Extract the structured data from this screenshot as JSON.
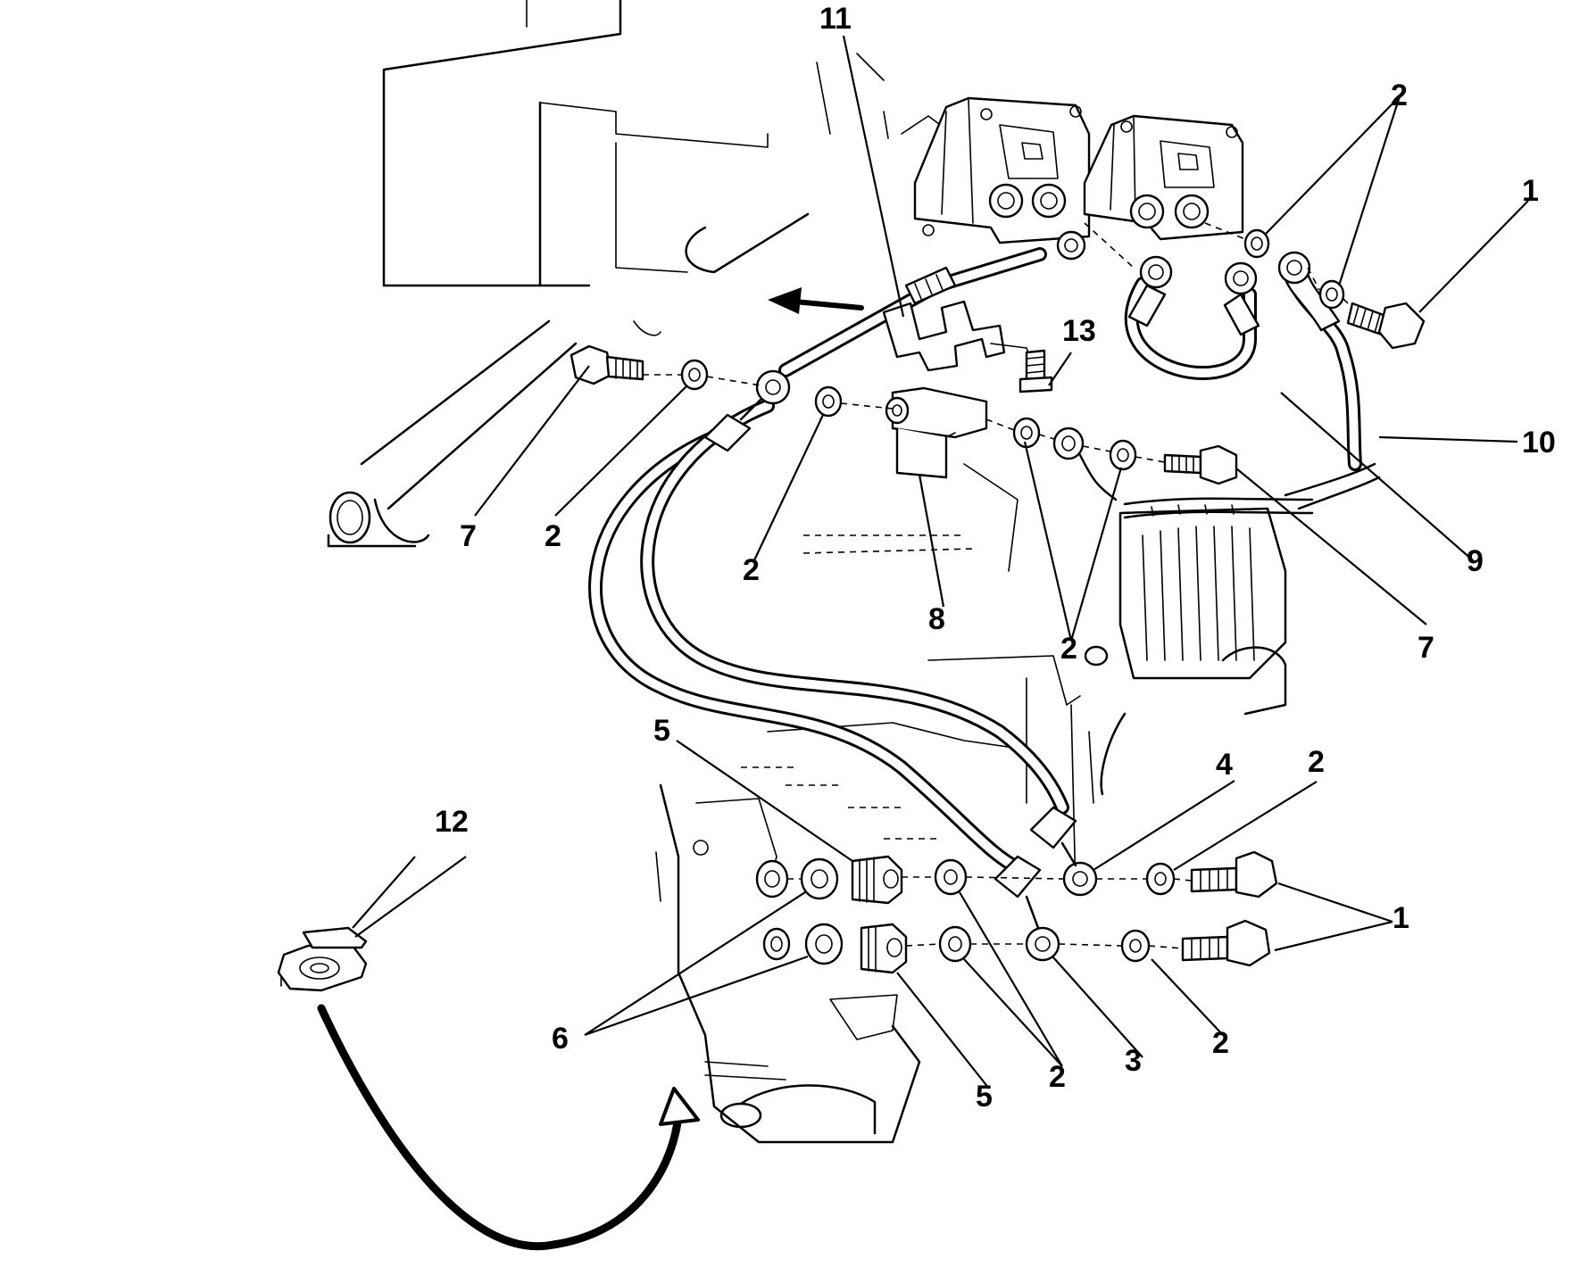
{
  "callouts": [
    {
      "id": "c11",
      "text": "11"
    },
    {
      "id": "c2a",
      "text": "2"
    },
    {
      "id": "c1a",
      "text": "1"
    },
    {
      "id": "c13",
      "text": "13"
    },
    {
      "id": "c10",
      "text": "10"
    },
    {
      "id": "c7a",
      "text": "7"
    },
    {
      "id": "c2b",
      "text": "2"
    },
    {
      "id": "c2c",
      "text": "2"
    },
    {
      "id": "c8",
      "text": "8"
    },
    {
      "id": "c9",
      "text": "9"
    },
    {
      "id": "c2d",
      "text": "2"
    },
    {
      "id": "c7b",
      "text": "7"
    },
    {
      "id": "c5a",
      "text": "5"
    },
    {
      "id": "c4",
      "text": "4"
    },
    {
      "id": "c2e",
      "text": "2"
    },
    {
      "id": "c12",
      "text": "12"
    },
    {
      "id": "c1b",
      "text": "1"
    },
    {
      "id": "c6",
      "text": "6"
    },
    {
      "id": "c3",
      "text": "3"
    },
    {
      "id": "c2f",
      "text": "2"
    },
    {
      "id": "c5b",
      "text": "5"
    },
    {
      "id": "c2g",
      "text": "2"
    }
  ]
}
